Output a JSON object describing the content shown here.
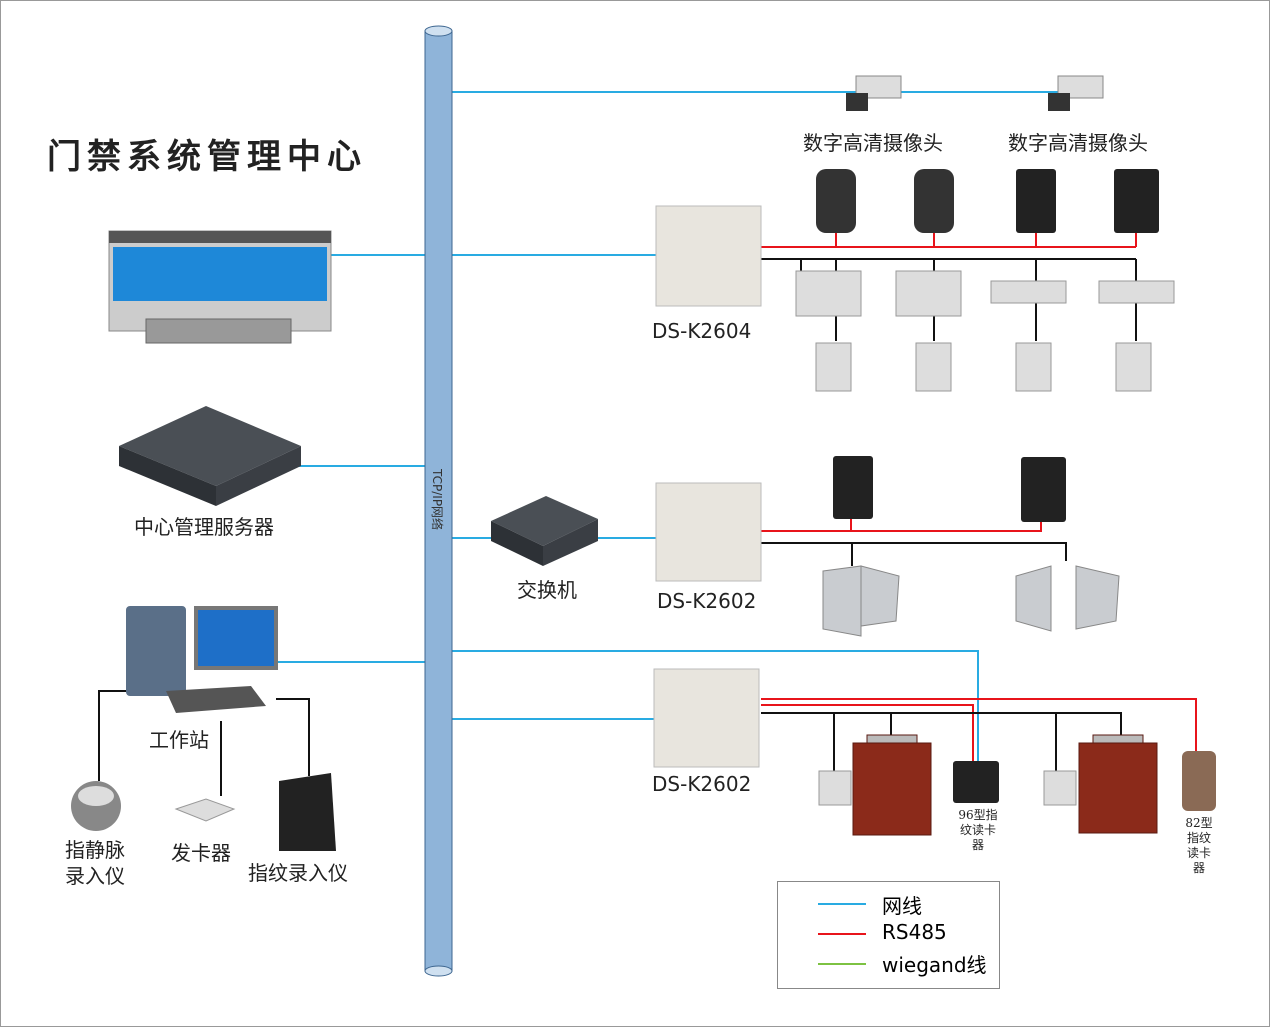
{
  "title": "门禁系统管理中心",
  "network_label": "TCP/IP网络",
  "cameras": [
    "数字高清摄像头",
    "数字高清摄像头"
  ],
  "server_label": "中心管理服务器",
  "switch_label": "交换机",
  "workstation_label": "工作站",
  "peripherals": [
    "指静脉\n录入仪",
    "发卡器",
    "指纹录入仪"
  ],
  "controllers": [
    "DS-K2604",
    "DS-K2602",
    "DS-K2602"
  ],
  "reader_96": "96型指纹读卡器",
  "reader_82": "82型指纹读卡器",
  "legend": [
    {
      "label": "网线",
      "color": "#29abe2"
    },
    {
      "label": "RS485",
      "color": "#e8141b"
    },
    {
      "label": "wiegand线",
      "color": "#7dc242"
    }
  ],
  "colors": {
    "network": "#29abe2",
    "rs485": "#e8141b",
    "wiring": "#111111",
    "pipe": "#8fb4d9"
  }
}
